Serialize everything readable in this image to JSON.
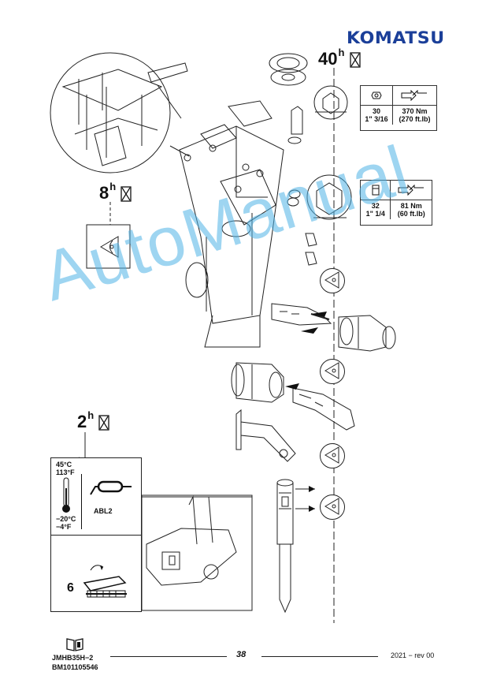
{
  "header": {
    "brand": "KOMATSU"
  },
  "intervals": {
    "top_right": {
      "value": "40",
      "unit": "h"
    },
    "left_mid": {
      "value": "8",
      "unit": "h"
    },
    "left_low": {
      "value": "2",
      "unit": "h"
    }
  },
  "torque_specs": [
    {
      "wrench_size": "30",
      "wrench_size_in": "1\" 3/16",
      "torque_nm": "370 Nm",
      "torque_lb": "(270 ft.lb)"
    },
    {
      "wrench_size": "32",
      "wrench_size_in": "1\" 1/4",
      "torque_nm": "81 Nm",
      "torque_lb": "(60 ft.lb)"
    }
  ],
  "temperature": {
    "max_c": "45°C",
    "max_f": "113°F",
    "min_c": "−20°C",
    "min_f": "−4°F",
    "lubricant": "ABL2"
  },
  "lube_step": {
    "count": "6"
  },
  "footer": {
    "doc_code": "JMHB35H−2",
    "serial": "BM101105546",
    "page_number": "38",
    "revision": "2021 − rev 00"
  },
  "watermark": "AutoManual",
  "colors": {
    "brand_blue": "#1b3f99",
    "watermark_blue": "#4fb3e6"
  }
}
